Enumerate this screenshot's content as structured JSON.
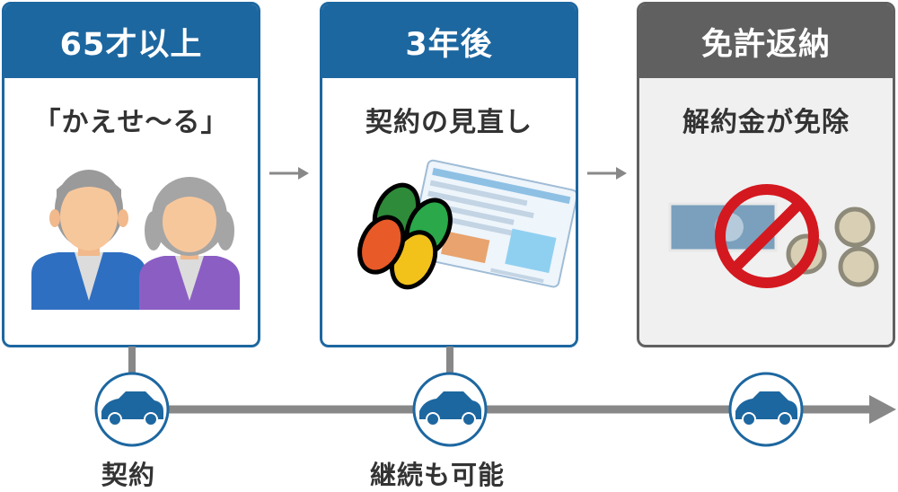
{
  "steps": [
    {
      "header": "65才以上",
      "subtitle": "「かえせ〜る」"
    },
    {
      "header": "3年後",
      "subtitle": "契約の見直し"
    },
    {
      "header": "免許返納",
      "subtitle": "解約金が免除"
    }
  ],
  "captions": {
    "first": "契約",
    "second": "継続も可能"
  },
  "icons": {
    "people": "senior-couple-icon",
    "license": "drivers-license-icon",
    "clover": "senior-driver-mark-icon",
    "money": "no-money-icon",
    "car": "car-icon"
  },
  "colors": {
    "blue": "#1d67a0",
    "gray_header": "#606060",
    "timeline": "#888888",
    "prohibit_red": "#d4181f"
  }
}
